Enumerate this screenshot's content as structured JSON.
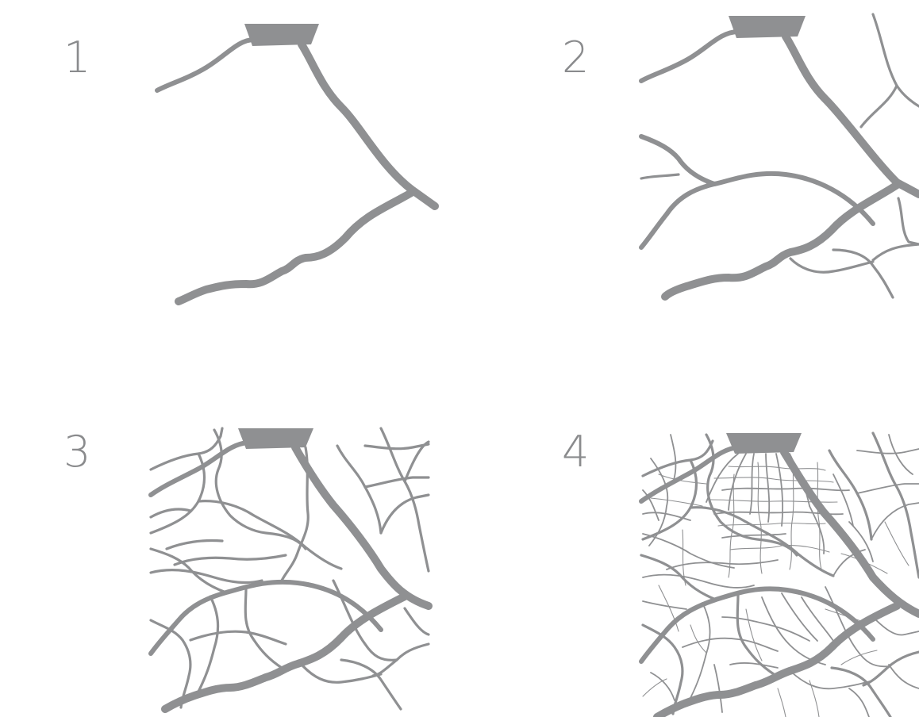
{
  "stages": [
    {
      "number": "1"
    },
    {
      "number": "2"
    },
    {
      "number": "3"
    },
    {
      "number": "4"
    }
  ],
  "colors": {
    "vessel": "#8f9092",
    "numeral": "#8a8b8d",
    "background": "#ffffff"
  }
}
